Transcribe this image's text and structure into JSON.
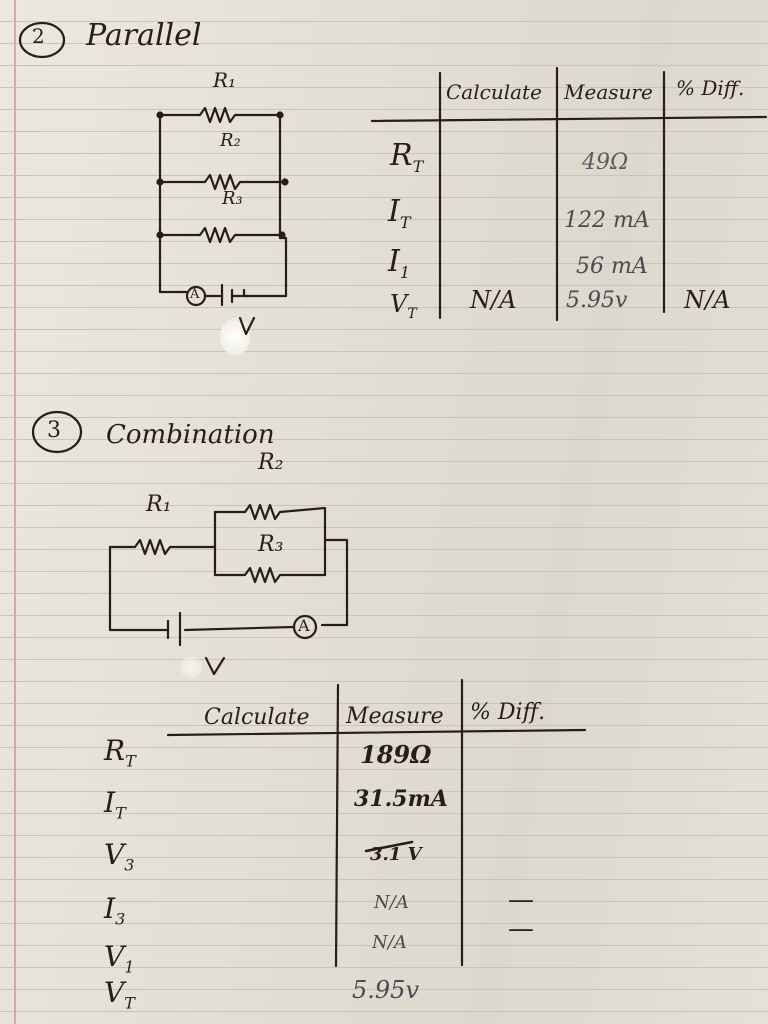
{
  "section2": {
    "number": "2",
    "title": "Parallel",
    "labels": {
      "r1": "R₁",
      "r2": "R₂",
      "r3": "R₃",
      "ammeter": "A",
      "voltage": "V"
    },
    "table": {
      "headers": [
        "Calculate",
        "Measure",
        "% Diff."
      ],
      "rows": [
        {
          "label": "R_T",
          "calculate": "",
          "measure": "49Ω",
          "diff": ""
        },
        {
          "label": "I_T",
          "calculate": "",
          "measure": "122 mA",
          "diff": ""
        },
        {
          "label": "I₁",
          "calculate": "",
          "measure": "56 mA",
          "diff": ""
        },
        {
          "label": "V_T",
          "calculate": "N/A",
          "measure": "5.95v",
          "diff": "N/A"
        }
      ]
    }
  },
  "section3": {
    "number": "3",
    "title": "Combination",
    "labels": {
      "r1": "R₁",
      "r2": "R₂",
      "r3": "R₃",
      "ammeter": "A",
      "voltage": "V"
    },
    "table": {
      "headers": [
        "Calculate",
        "Measure",
        "% Diff."
      ],
      "rows": [
        {
          "label": "R_T",
          "calculate": "",
          "measure": "189Ω",
          "diff": ""
        },
        {
          "label": "I_T",
          "calculate": "",
          "measure": "31.5mA",
          "diff": ""
        },
        {
          "label": "V₃",
          "calculate": "",
          "measure": "3.1 V",
          "diff": ""
        },
        {
          "label": "I₃",
          "calculate": "",
          "measure": "N/A",
          "diff": "—"
        },
        {
          "label": "V₁",
          "calculate": "",
          "measure": "N/A",
          "diff": "—"
        },
        {
          "label": "V_T",
          "calculate": "",
          "measure": "5.95v",
          "diff": ""
        }
      ]
    }
  }
}
